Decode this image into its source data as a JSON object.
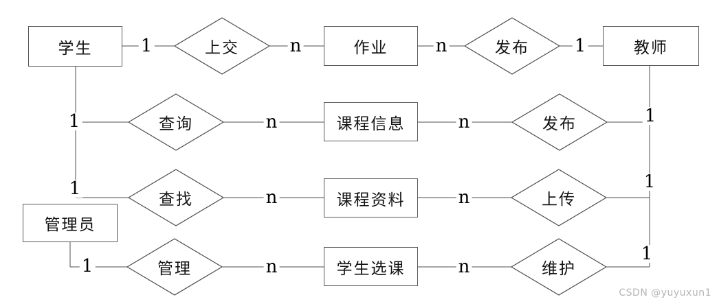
{
  "diagram": {
    "entities": [
      {
        "id": "student",
        "label": "学生"
      },
      {
        "id": "homework",
        "label": "作业"
      },
      {
        "id": "teacher",
        "label": "教师"
      },
      {
        "id": "course-info",
        "label": "课程信息"
      },
      {
        "id": "course-material",
        "label": "课程资料"
      },
      {
        "id": "admin",
        "label": "管理员"
      },
      {
        "id": "course-selection",
        "label": "学生选课"
      }
    ],
    "relationships": [
      {
        "id": "submit",
        "label": "上交"
      },
      {
        "id": "publish-homework",
        "label": "发布"
      },
      {
        "id": "query",
        "label": "查询"
      },
      {
        "id": "publish-course-info",
        "label": "发布"
      },
      {
        "id": "find",
        "label": "查找"
      },
      {
        "id": "upload",
        "label": "上传"
      },
      {
        "id": "manage",
        "label": "管理"
      },
      {
        "id": "maintain",
        "label": "维护"
      }
    ],
    "cardinalities": {
      "row1": [
        "1",
        "n",
        "n",
        "1"
      ],
      "row2": [
        "1",
        "n",
        "n",
        "1"
      ],
      "row3": [
        "1",
        "n",
        "n",
        "1"
      ],
      "row4": [
        "1",
        "n",
        "n",
        "1"
      ]
    }
  },
  "watermark": {
    "text": "CSDN @yuyuxun1"
  },
  "colors": {
    "background": "#ffffff",
    "line": "#4d4d4d",
    "entity_border": "#565656",
    "label_text": "#141414",
    "watermark_text": "#b5b5b5"
  }
}
